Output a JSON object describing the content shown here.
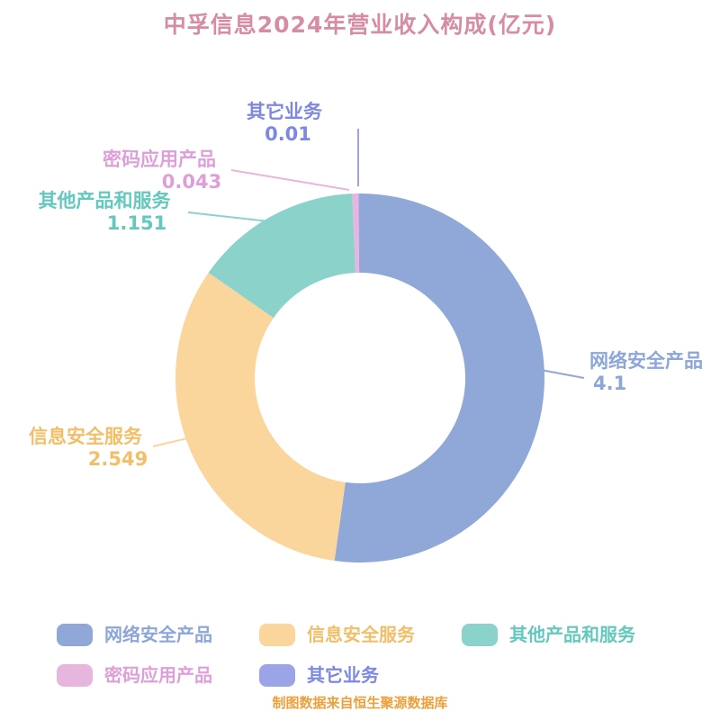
{
  "title": "中孚信息2024年营业收入构成(亿元)",
  "footer_note": "制图数据来自恒生聚源数据库",
  "chart_data": {
    "type": "pie",
    "subtype": "donut",
    "title": "中孚信息2024年营业收入构成(亿元)",
    "unit": "亿元",
    "legend_position": "bottom",
    "series": [
      {
        "name": "网络安全产品",
        "value": 4.1,
        "color": "#8FA8D8"
      },
      {
        "name": "信息安全服务",
        "value": 2.549,
        "color": "#FAD69C"
      },
      {
        "name": "其他产品和服务",
        "value": 1.151,
        "color": "#8BD2CB"
      },
      {
        "name": "密码应用产品",
        "value": 0.043,
        "color": "#E7B6DF"
      },
      {
        "name": "其它业务",
        "value": 0.01,
        "color": "#9BA4E6"
      }
    ],
    "label_colors": [
      "#8CA6DA",
      "#F2BE67",
      "#63C8BD",
      "#DE9FD9",
      "#7D88E2"
    ]
  }
}
